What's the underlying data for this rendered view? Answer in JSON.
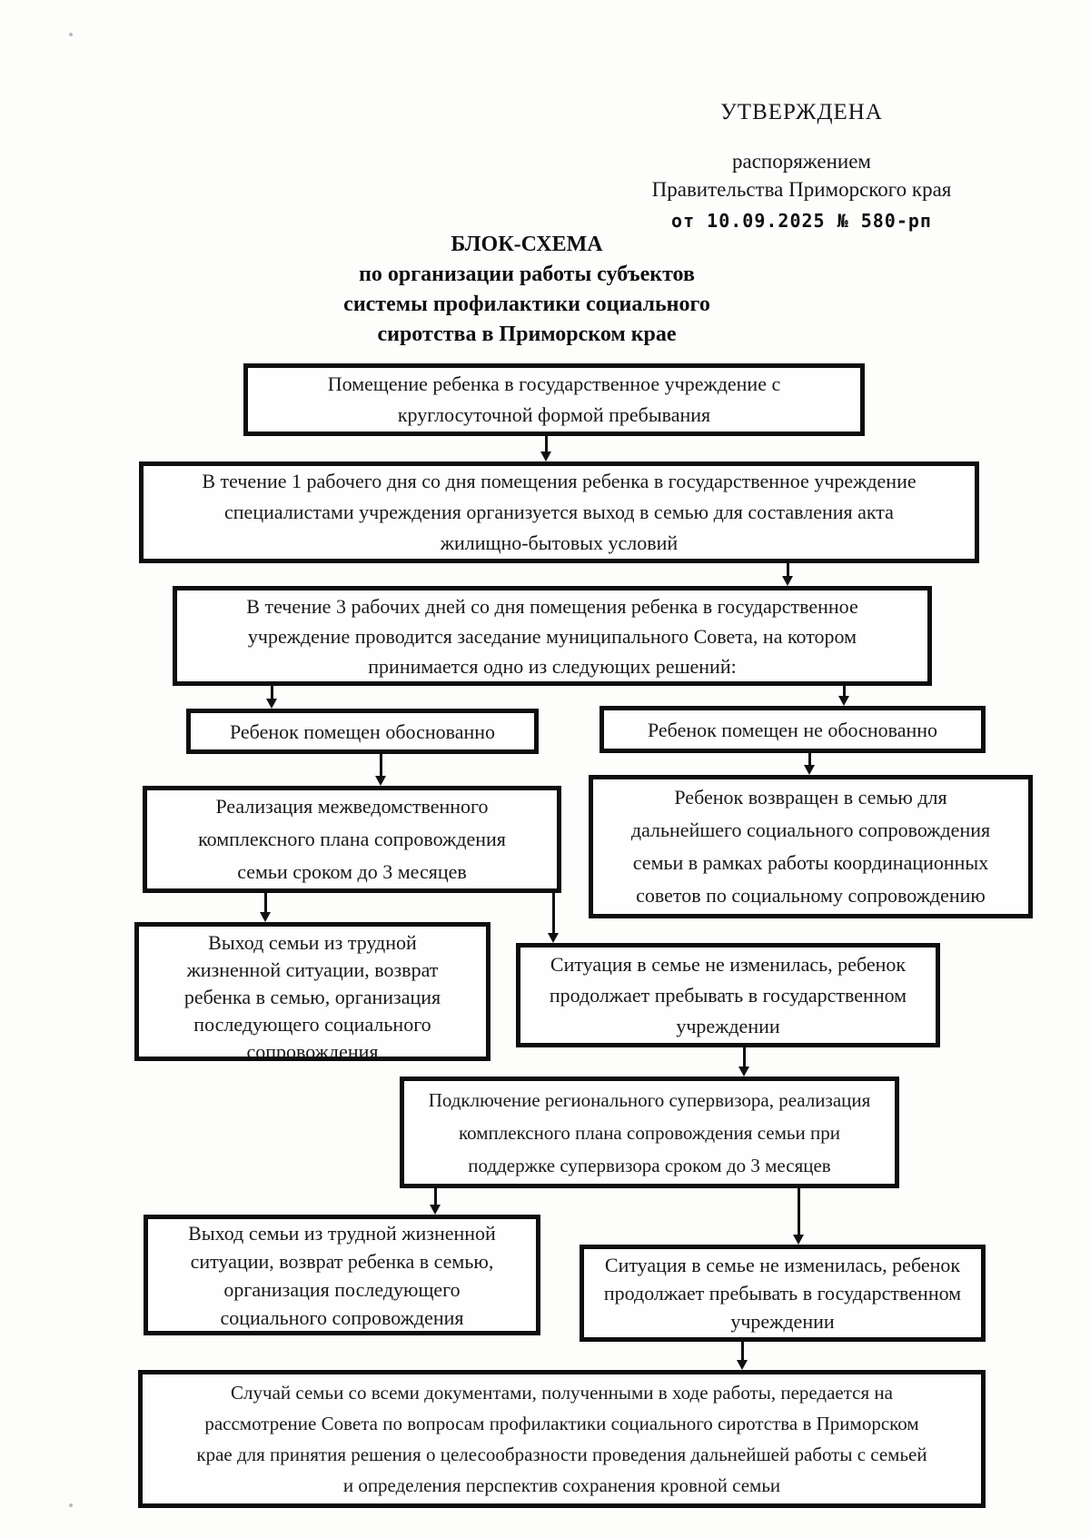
{
  "doc": {
    "approval": {
      "status": "УТВЕРЖДЕНА",
      "authority": "распоряжением\nПравительства Приморского края",
      "order": "от 10.09.2025 № 580-рп"
    },
    "title": "БЛОК-СХЕМА\nпо организации работы субъектов\nсистемы профилактики социального\nсиротства в Приморском крае"
  },
  "flowchart": {
    "boxes": [
      {
        "id": "placement",
        "text": "Помещение ребенка в государственное учреждение с\nкруглосуточной формой пребывания"
      },
      {
        "id": "first-day-visit",
        "text": "В течение 1 рабочего дня со дня помещения ребенка в государственное учреждение\nспециалистами учреждения организуется выход в семью для составления акта\nжилищно-бытовых условий"
      },
      {
        "id": "municipal-council",
        "text": "В течение 3 рабочих дней со дня помещения ребенка в государственное\nучреждение проводится заседание муниципального Совета, на котором\nпринимается одно из следующих решений:"
      },
      {
        "id": "placed-justified",
        "text": "Ребенок помещен обоснованно"
      },
      {
        "id": "placed-unjustified",
        "text": "Ребенок помещен не обоснованно"
      },
      {
        "id": "interagency-plan",
        "text": "Реализация межведомственного\nкомплексного плана сопровождения\nсемьи сроком до 3 месяцев"
      },
      {
        "id": "returned-to-family",
        "text": "Ребенок возвращен в семью для\nдальнейшего социального сопровождения\nсемьи в рамках работы координационных\nсоветов по социальному сопровождению"
      },
      {
        "id": "family-exit",
        "text": "Выход семьи из трудной\nжизненной ситуации, возврат\nребенка в семью, организация\nпоследующего социального\nсопровождения"
      },
      {
        "id": "situation-unchanged",
        "text": "Ситуация в семье не изменилась, ребенок\nпродолжает пребывать в государственном\nучреждении"
      },
      {
        "id": "supervisor-plan",
        "text": "Подключение регионального супервизора, реализация\nкомплексного плана сопровождения семьи при\nподдержке супервизора сроком до 3 месяцев"
      },
      {
        "id": "family-exit-after-supervisor",
        "text": "Выход семьи из трудной жизненной\nситуации, возврат ребенка в семью,\nорганизация последующего\nсоциального сопровождения"
      },
      {
        "id": "situation-unchanged-after-supervisor",
        "text": "Ситуация в семье не изменилась, ребенок\nпродолжает пребывать в государственном\nучреждении"
      },
      {
        "id": "regional-council",
        "text": "Случай семьи со всеми документами, полученными в ходе работы, передается на\nрассмотрение Совета по вопросам профилактики социального сиротства в Приморском\nкрае для принятия решения о целесообразности проведения дальнейшей работы с семьей\nи определения перспектив сохранения кровной семьи"
      }
    ],
    "edges": [
      {
        "from": "placement",
        "to": "first-day-visit"
      },
      {
        "from": "first-day-visit",
        "to": "municipal-council"
      },
      {
        "from": "municipal-council",
        "to": "placed-justified"
      },
      {
        "from": "municipal-council",
        "to": "placed-unjustified"
      },
      {
        "from": "placed-justified",
        "to": "interagency-plan"
      },
      {
        "from": "placed-unjustified",
        "to": "returned-to-family"
      },
      {
        "from": "interagency-plan",
        "to": "family-exit"
      },
      {
        "from": "interagency-plan",
        "to": "situation-unchanged"
      },
      {
        "from": "situation-unchanged",
        "to": "supervisor-plan"
      },
      {
        "from": "supervisor-plan",
        "to": "family-exit-after-supervisor"
      },
      {
        "from": "supervisor-plan",
        "to": "situation-unchanged-after-supervisor"
      },
      {
        "from": "situation-unchanged-after-supervisor",
        "to": "regional-council"
      }
    ]
  },
  "colors": {
    "ink": "#161616",
    "border": "#0e0e0e",
    "paper": "#fdfdfc"
  }
}
